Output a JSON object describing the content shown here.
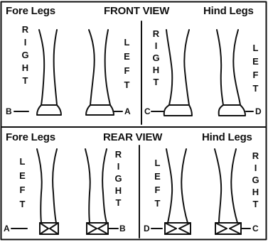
{
  "front": {
    "view_title": "FRONT VIEW",
    "fore_title": "Fore Legs",
    "hind_title": "Hind Legs",
    "word_right": "RIGHT",
    "word_left": "LEFT",
    "marker_fore_right": "B",
    "marker_fore_left": "A",
    "marker_hind_right": "C",
    "marker_hind_left": "D"
  },
  "rear": {
    "view_title": "REAR VIEW",
    "fore_title": "Fore Legs",
    "hind_title": "Hind Legs",
    "word_left": "LEFT",
    "word_right": "RIGHT",
    "marker_fore_left": "A",
    "marker_fore_right": "B",
    "marker_hind_left": "D",
    "marker_hind_right": "C"
  },
  "colors": {
    "ink": "#111111",
    "paper": "#ffffff"
  }
}
